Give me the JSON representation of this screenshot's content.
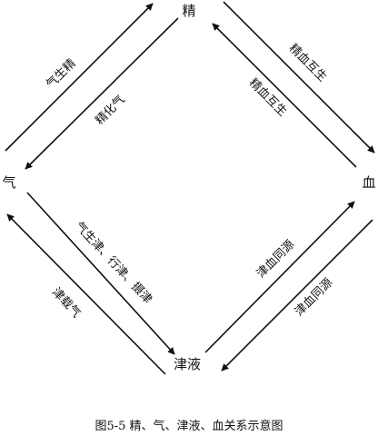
{
  "nodes": {
    "jing": "精",
    "qi": "气",
    "xue": "血",
    "jinye": "津液"
  },
  "edges": {
    "qi_to_jing": "气生精",
    "jing_to_qi": "精化气",
    "jing_to_xue": "精血互生",
    "xue_to_jing": "精血互生",
    "qi_to_jinye": "气生津、行津、摄津",
    "jinye_to_qi": "津载气",
    "jinye_to_xue": "津血同源",
    "xue_to_jinye": "津血同源"
  },
  "caption": "图5-5  精、气、津液、血关系示意图"
}
